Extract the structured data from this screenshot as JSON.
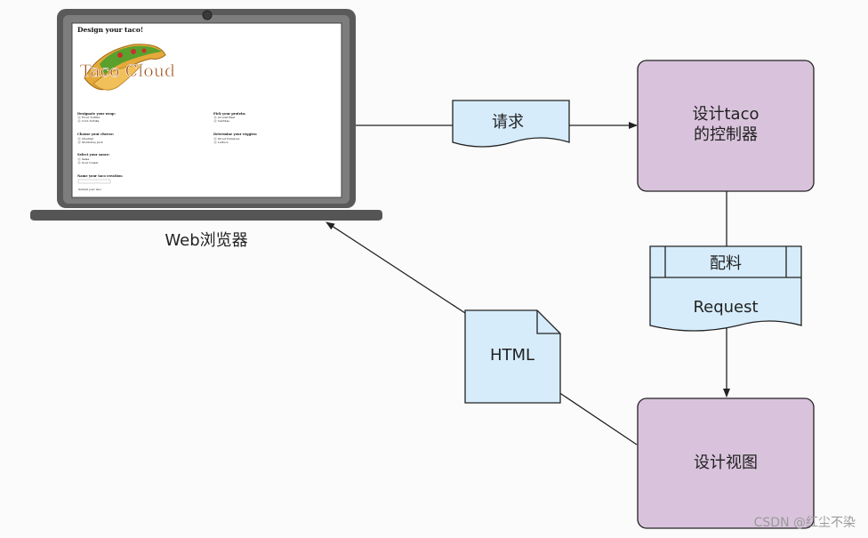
{
  "colors": {
    "page_bg": "#fbfbfb",
    "box_fill": "#d9c3dc",
    "box_stroke": "#2a2a2a",
    "doc_fill": "#d6ecfb",
    "laptop_frame": "#555555",
    "laptop_bezel": "#7a7a7a"
  },
  "browser": {
    "label": "Web浏览器",
    "screen": {
      "title": "Design your taco!",
      "logo_text": "Taco Cloud",
      "left_col": [
        {
          "heading": "Designate your wrap:",
          "items": [
            "Flour Tortilla",
            "Corn Tortilla"
          ]
        },
        {
          "heading": "Choose your cheese:",
          "items": [
            "Cheddar",
            "Monterrey Jack"
          ]
        },
        {
          "heading": "Select your sauce:",
          "items": [
            "Salsa",
            "Sour Cream"
          ]
        },
        {
          "heading": "Name your taco creation:",
          "items": []
        }
      ],
      "right_col": [
        {
          "heading": "Pick your protein:",
          "items": [
            "Ground Beef",
            "Carnitas"
          ]
        },
        {
          "heading": "Determine your veggies:",
          "items": [
            "Diced Tomatoes",
            "Lettuce"
          ]
        }
      ],
      "submit": "Submit your taco"
    }
  },
  "request_doc": {
    "label": "请求"
  },
  "controller_box": {
    "line1": "设计taco",
    "line2": "的控制器"
  },
  "ingredients_doc": {
    "top_label": "配料",
    "bottom_label": "Request"
  },
  "view_box": {
    "label": "设计视图"
  },
  "html_doc": {
    "label": "HTML"
  },
  "watermark": "CSDN @红尘不染"
}
